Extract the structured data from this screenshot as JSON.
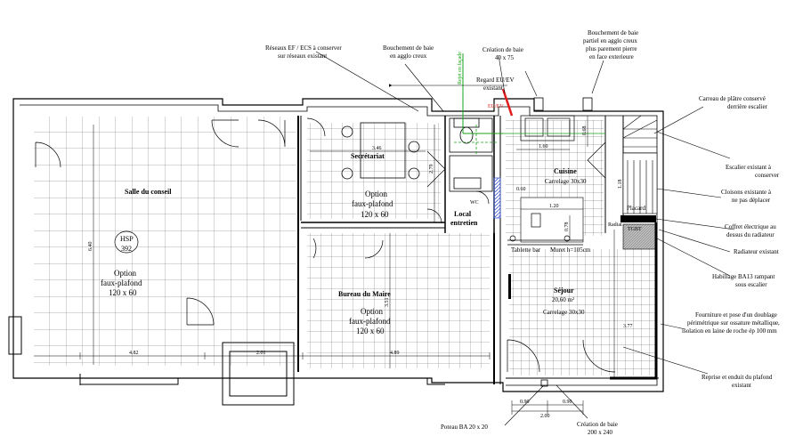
{
  "rooms": {
    "salle_conseil": "Salle du conseil",
    "hsp": "HSP",
    "hsp_value": "392",
    "secretariat": "Secrétariat",
    "local_entretien_1": "Local",
    "local_entretien_2": "entretien",
    "bureau_maire": "Bureau du Maire",
    "cuisine": "Cuisine",
    "cuisine_carrelage": "Carrelage 30x30",
    "sejour": "Séjour",
    "sejour_area": "20,60 m²",
    "sejour_carrelage": "Carrelage 30x30",
    "placard": "Placard",
    "wc": "WC",
    "radiateur_lbl": "Radiat",
    "tgbt": "TGBT",
    "tablette_bar": "Tablette bar",
    "muret": "Muret h=105cm"
  },
  "options": {
    "line1": "Option",
    "line2": "faux-plafond",
    "line3": "120 x 60"
  },
  "annotations": {
    "reseaux_1": "Réseaux EF / ECS à conserver",
    "reseaux_2": "sur réseaux existant",
    "bouchement_1": "Bouchement de baie",
    "bouchement_2": "en agglo creux",
    "creation_baie_top_1": "Création de baie",
    "creation_baie_top_2": "40 x 75",
    "regard_1": "Regard EU/EV",
    "regard_2": "existant",
    "rejet": "Rejet en façade",
    "eu_ev": "EU/EV",
    "bouch_partiel_1": "Bouchement de baie",
    "bouch_partiel_2": "partiel en agglo creux",
    "bouch_partiel_3": "plus parement pierre",
    "bouch_partiel_4": "en face exterieure",
    "carreau_1": "Carreau de plâtre conservé",
    "carreau_2": "derrière escalier",
    "escalier_1": "Escalier existant à",
    "escalier_2": "conserver",
    "cloisons_1": "Cloisons existante à",
    "cloisons_2": "ne pas déplacer",
    "coffret_1": "Coffret électrique au",
    "coffret_2": "dessus du radiateur",
    "radiateur": "Radiateur existant",
    "habillage_1": "Habillage BA13 rampant",
    "habillage_2": "sous escalier",
    "fourniture_1": "Fourniture et pose d'un doublage",
    "fourniture_2": "périmétrique sur ossature métallique,",
    "fourniture_3": "isolation en laine de roche ép 100 mm",
    "reprise_1": "Reprise et enduit du plafond",
    "reprise_2": "existant",
    "poteau": "Poteau BA 20 x 20",
    "creation_bas_1": "Création de baie",
    "creation_bas_2": "200 x 240"
  },
  "dims": {
    "d_482": "4.82",
    "d_201": "2.01",
    "d_489": "4.89",
    "d_640": "6.40",
    "d_346": "3.46",
    "d_279": "2.79",
    "d_351": "3.51",
    "d_160": "1.60",
    "d_068": "0.68",
    "d_120": "1.20",
    "d_078": "0.78",
    "d_090a": "0.90",
    "d_090b": "0.90",
    "d_200": "2.00",
    "d_377": "3.77",
    "d_060": "0.60",
    "d_118": "1.18"
  },
  "colors": {
    "green": "#17a317",
    "red": "#e21b1b",
    "hatch_blue": "#3b5bd6"
  }
}
